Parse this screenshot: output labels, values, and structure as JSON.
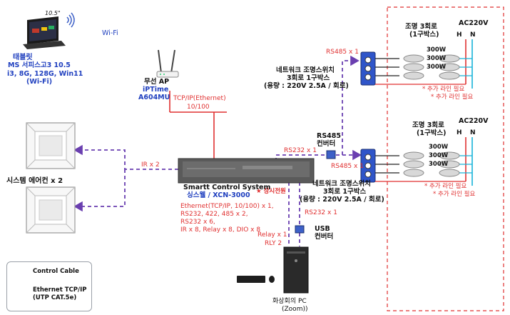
{
  "tablet": {
    "size": "10.5\"",
    "label": "태블릿",
    "model": "MS 서피스고3 10.5",
    "spec": "i3, 8G, 128G, Win11",
    "conn": "(Wi-Fi)"
  },
  "wifi_label": "Wi-Fi",
  "ap": {
    "title": "무선 AP",
    "brand": "iPTime",
    "model": "A604MU",
    "link": "TCP/IP(Ethernet)",
    "speed": "10/100"
  },
  "aircon": {
    "label": "시스템 에어컨 x 2",
    "ir": "IR x 2"
  },
  "controller": {
    "name": "Smartt Control System",
    "model": "싱스웰 / XCN-3000",
    "power": "★ 상시전원",
    "ports": [
      "Ethernet(TCP/IP, 10/100) x 1,",
      "RS232, 422, 485 x 2,",
      "RS232 x 6,",
      "IR x 8, Relay x 8, DIO x 8"
    ]
  },
  "rs485_converter": {
    "label_line1": "RS485",
    "label_line2": "컨버터",
    "rs232": "RS232 x 1"
  },
  "switch_box1": {
    "title": "네트워크 조명스위치",
    "line2": "3회로  1구박스",
    "capacity": "(용량 : 220V 2.5A / 회로)",
    "rs485": "RS485 x 1"
  },
  "switch_box2": {
    "title": "네트워크 조명스위치",
    "line2": "3회로  1구박스",
    "capacity": "(용량 : 220V 2.5A / 회로)",
    "rs485": "RS485 x 1"
  },
  "lighting1": {
    "title": "조명 3회로",
    "sub": "(1구박스)",
    "ac": "AC220V",
    "h": "H",
    "n": "N",
    "watts": [
      "300W",
      "300W",
      "300W"
    ],
    "note1": "*  추가 라인 필요",
    "note2": "*  추가 라인 필요"
  },
  "lighting2": {
    "title": "조명 3회로",
    "sub": "(1구박스)",
    "ac": "AC220V",
    "h": "H",
    "n": "N",
    "watts": [
      "300W",
      "300W",
      "300W"
    ],
    "note1": "*  추가 라인 필요",
    "note2": "*  추가 라인 필요"
  },
  "usb_converter": {
    "label_line1": "USB",
    "label_line2": "컨버터",
    "rs232": "RS232 x 1"
  },
  "relay": {
    "line1": "Relay x 1",
    "line2": "RLY 2"
  },
  "pc": {
    "line1": "화상회의 PC",
    "line2": "(Zoom))"
  },
  "legend": {
    "control": "Control Cable",
    "ethernet_line1": "Ethernet TCP/IP",
    "ethernet_line2": "(UTP CAT.5e)"
  },
  "colors": {
    "red": "#e03030",
    "purple": "#6a3fb0",
    "blue": "#1f3fbf",
    "cyan": "#17b3d9",
    "device": "#3d60c7"
  }
}
